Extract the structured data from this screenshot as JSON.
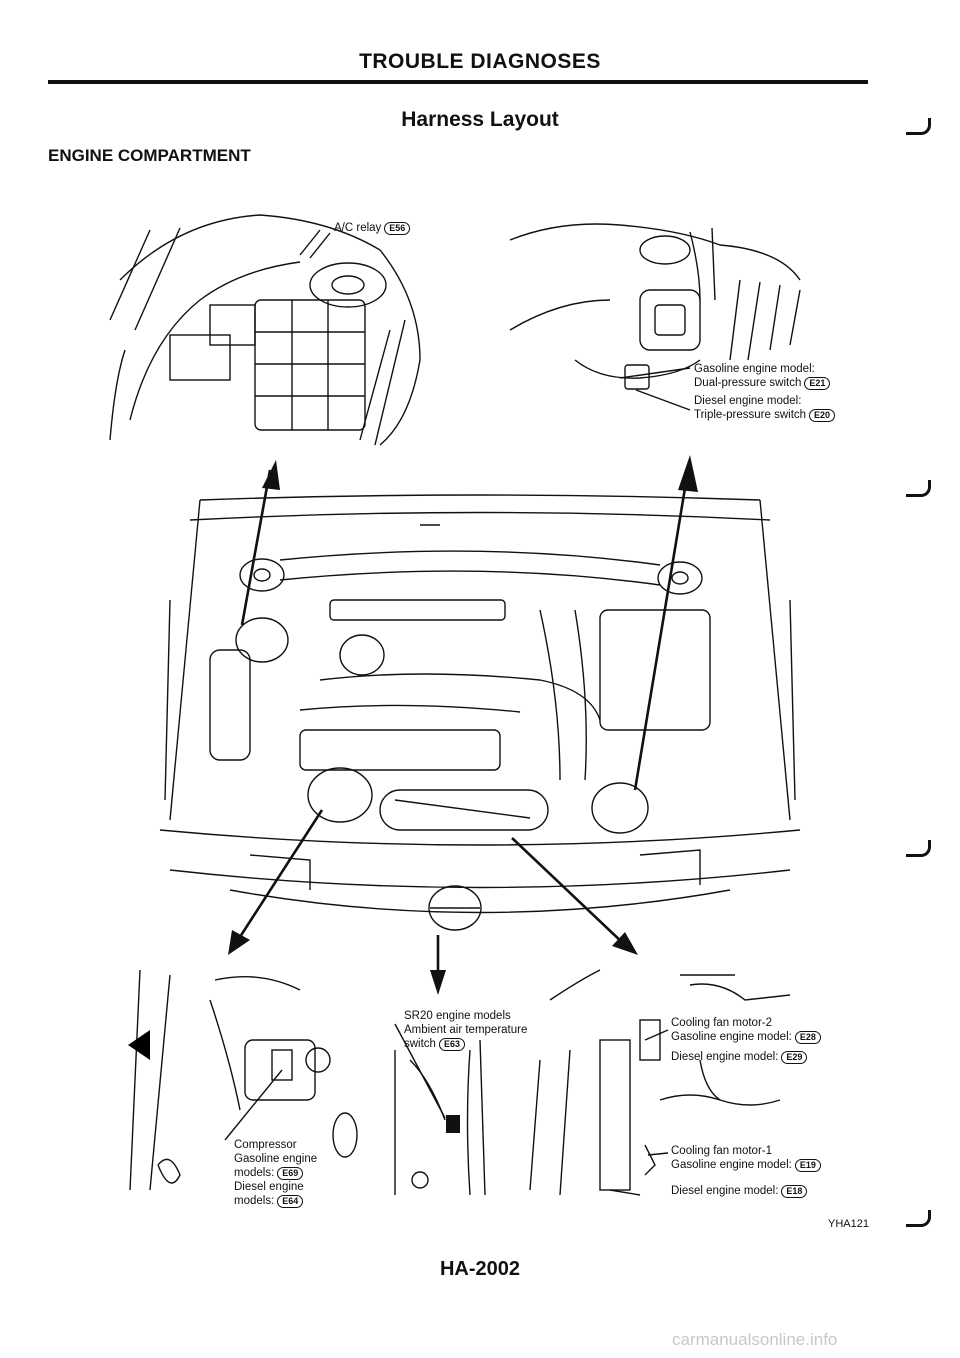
{
  "header": {
    "title": "TROUBLE DIAGNOSES",
    "section": "Harness Layout",
    "area": "ENGINE COMPARTMENT"
  },
  "callouts": {
    "ac_relay": {
      "text": "A/C relay",
      "code": "E56"
    },
    "pressure_switch": {
      "line1": "Gasoline engine model:",
      "line2": "Dual-pressure switch",
      "code1": "E21",
      "line3": "Diesel engine model:",
      "line4": "Triple-pressure switch",
      "code2": "E20"
    },
    "compressor": {
      "line1": "Compressor",
      "line2": "Gasoline engine",
      "line3": "models:",
      "code1": "E69",
      "line4": "Diesel engine",
      "line5": "models:",
      "code2": "E64"
    },
    "ambient": {
      "line1": "SR20 engine models",
      "line2": "Ambient air temperature",
      "line3": "switch",
      "code": "E63"
    },
    "fan2": {
      "line1": "Cooling fan motor-2",
      "line2": "Gasoline engine model:",
      "code1": "E28",
      "line3": "Diesel engine model:",
      "code2": "E29"
    },
    "fan1": {
      "line1": "Cooling fan motor-1",
      "line2": "Gasoline engine model:",
      "code1": "E19",
      "line3": "Diesel engine model:",
      "code2": "E18"
    }
  },
  "footer": {
    "figure_code": "YHA121",
    "page_number": "HA-2002",
    "watermark": "carmanualsonline.info"
  }
}
